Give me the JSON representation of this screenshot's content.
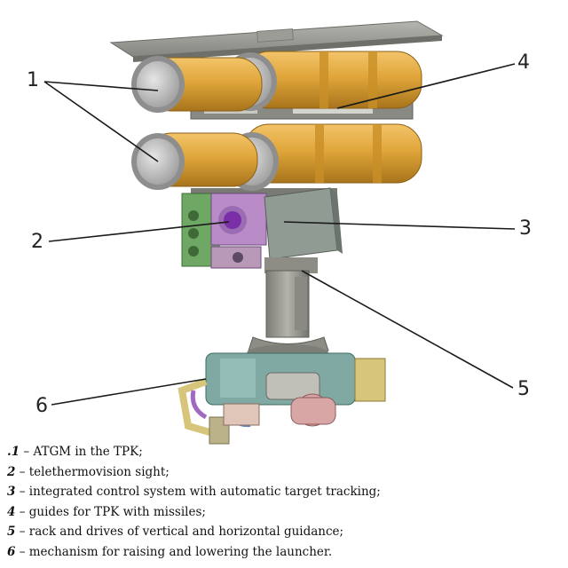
{
  "diagram": {
    "callouts": [
      {
        "id": "c1",
        "label": "1"
      },
      {
        "id": "c2",
        "label": "2"
      },
      {
        "id": "c3",
        "label": "3"
      },
      {
        "id": "c4",
        "label": "4"
      },
      {
        "id": "c5",
        "label": "5"
      },
      {
        "id": "c6",
        "label": "6"
      }
    ],
    "legend": [
      {
        "num": ".1",
        "text": "ATGM in the TPK;"
      },
      {
        "num": "2",
        "text": "telethermovision sight;"
      },
      {
        "num": "3",
        "text": "integrated control system with automatic target tracking;"
      },
      {
        "num": "4",
        "text": "guides for TPK with missiles;"
      },
      {
        "num": "5",
        "text": "rack and drives of vertical and horizontal guidance;"
      },
      {
        "num": "6",
        "text": "mechanism for raising and lowering the launcher."
      }
    ],
    "legend_separator": " – ",
    "colors": {
      "tube": "#e0a63a",
      "tube_band": "#c98e27",
      "tube_cap": "#cfcfcf",
      "plate": "#9a9a96",
      "sight_box": "#b98cc8",
      "sight_lens": "#7a2ea8",
      "control_box": "#8f9b93",
      "green_block": "#6fa865",
      "column": "#9a9a92",
      "base": "#7fa9a2",
      "drive_pink": "#d9a6a6",
      "drive_yellow": "#d6c57a",
      "leader": "#1a1a1a"
    }
  }
}
